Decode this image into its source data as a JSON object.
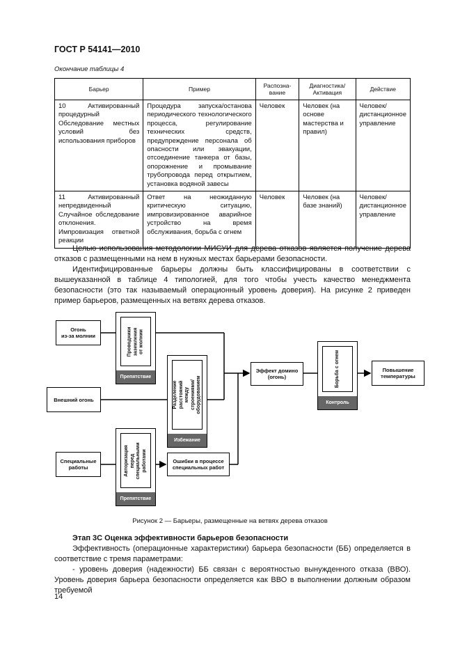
{
  "header": {
    "standard": "ГОСТ Р 54141—2010"
  },
  "table_caption": "Окончание таблицы 4",
  "table": {
    "headers": [
      "Барьер",
      "Пример",
      "Распозна-\nвание",
      "Диагностика/\nАктивация",
      "Действие"
    ],
    "rows": [
      [
        "10 Активированный процедурный Обследование местных условий без использования приборов",
        "Процедура запуска/останова периодического технологического процесса, регулирование технических средств, предупреждение персонала об опасности или эвакуации, отсоединение танкера от базы, опорожнение и промывание трубопровода перед открытием, установка водяной завесы",
        "Человек",
        "Человек (на основе мастерства и правил)",
        "Человек/ дистанционное управление"
      ],
      [
        "11 Активированный непредвиденный Случайное обследование отклонения. Импровизация ответной реакции",
        "Ответ на неожиданную критическую ситуацию, импровизированное аварийное устройство на время обслуживания, борьба с огнем",
        "Человек",
        "Человек (на базе знаний)",
        "Человек/ дистанционное управление"
      ]
    ]
  },
  "paragraphs": [
    "Целью использования методологии МИСУИ для дерева отказов является получение дерева отказов с размещенными на нем в нужных местах барьерами безопасности.",
    "Идентифицированные барьеры должны быть классифицированы в соответствии с вышеуказанной в таблице 4 типологией, для того чтобы учесть качество менеджмента безопасности (это так называемый операционный уровень доверия). На рисунке 2 приведен пример барьеров, размещенных на ветвях дерева отказов."
  ],
  "diagram": {
    "boxes": {
      "fire_lightning": "Огонь\nиз-за молнии",
      "external_fire": "Внешний огонь",
      "special_works": "Специальные\nработы",
      "domino": "Эффект домино\n(огонь)",
      "temp_rise": "Повышение\nтемпературы",
      "errors": "Ошибки в процессе\nспециальных работ"
    },
    "barriers": {
      "lightning_protection": {
        "text": "Проводники\nзаземления\nот молнии",
        "type": "Препятствие"
      },
      "distance": {
        "text": "Разделение расстояний\nмежду строениями/\nоборудованием",
        "type": "Избежание"
      },
      "authorization": {
        "text": "Авторизация перед\nспециальными\nработами",
        "type": "Препятствие"
      },
      "firefighting": {
        "text": "Борьба с огнем",
        "type": "Контроль"
      }
    }
  },
  "figure_caption": "Рисунок 2 — Барьеры, размещенные на ветвях дерева отказов",
  "stage": {
    "title": "Этап 3С Оценка эффективности барьеров безопасности",
    "p1": "Эффективность (операционные характеристики) барьера безопасности (ББ) определяется в соответствие с тремя параметрами:",
    "p2": "- уровень доверия (надежности) ББ связан с вероятностью вынужденного отказа (ВВО). Уровень доверия барьера безопасности определяется как ВВО в выполнении должным образом требуемой"
  },
  "page_number": "14"
}
